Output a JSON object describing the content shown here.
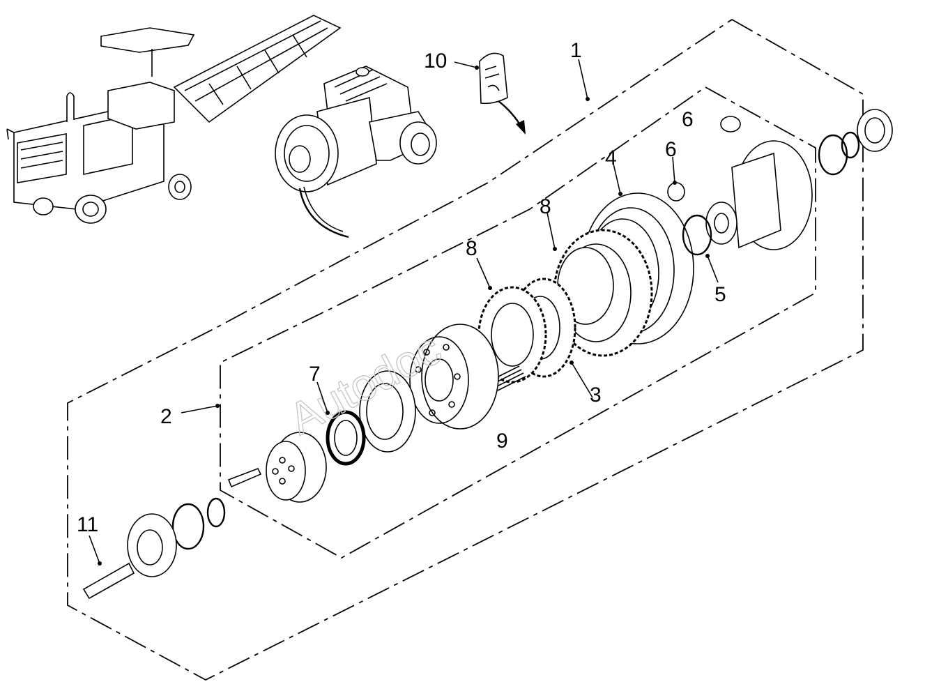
{
  "watermark": "Autodoc",
  "callouts": [
    {
      "id": "1",
      "label": "1"
    },
    {
      "id": "2",
      "label": "2"
    },
    {
      "id": "3",
      "label": "3"
    },
    {
      "id": "4",
      "label": "4"
    },
    {
      "id": "5",
      "label": "5"
    },
    {
      "id": "6a",
      "label": "6"
    },
    {
      "id": "6b",
      "label": "6"
    },
    {
      "id": "7",
      "label": "7"
    },
    {
      "id": "8a",
      "label": "8"
    },
    {
      "id": "8b",
      "label": "8"
    },
    {
      "id": "9",
      "label": "9"
    },
    {
      "id": "10",
      "label": "10"
    },
    {
      "id": "11",
      "label": "11"
    }
  ]
}
